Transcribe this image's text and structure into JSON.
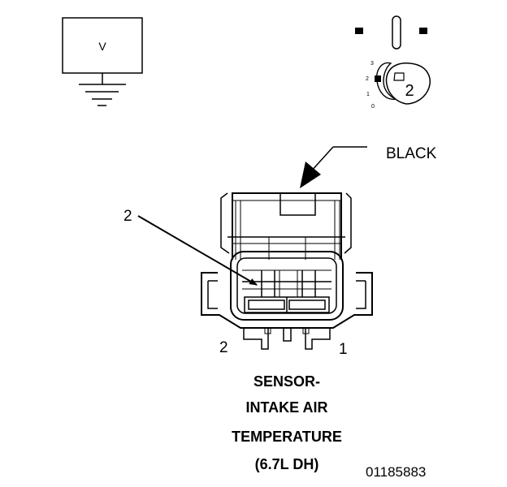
{
  "meter": {
    "label": "V"
  },
  "selector": {
    "positions": [
      "3",
      "2",
      "1",
      "0"
    ],
    "selected": "2"
  },
  "connector": {
    "color_callout": "BLACK",
    "cavity_callout": "2",
    "pin_left": "2",
    "pin_right": "1"
  },
  "caption": {
    "line1": "SENSOR-",
    "line2": "INTAKE AIR",
    "line3": "TEMPERATURE",
    "line4": "(6.7L DH)"
  },
  "figure_id": "01185883"
}
